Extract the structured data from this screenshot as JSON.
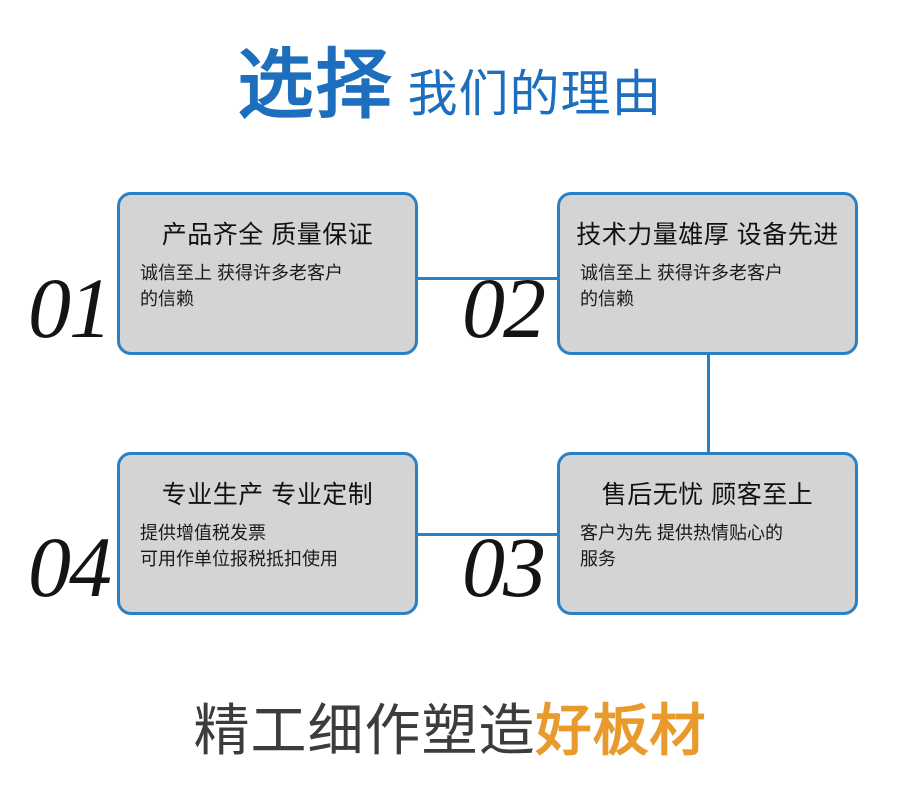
{
  "colors": {
    "brand_blue": "#1D6FBE",
    "border_blue": "#2B80C4",
    "card_gray": "#D4D4D4",
    "accent_orange": "#E89A2C",
    "text_dark": "#3C3C3C",
    "background": "#FFFFFF"
  },
  "header": {
    "main": "选择",
    "sub": "我们的理由"
  },
  "cards": [
    {
      "number": "01",
      "title": "产品齐全 质量保证",
      "body_lines": [
        "诚信至上 获得许多老客户",
        "的信赖"
      ]
    },
    {
      "number": "02",
      "title": "技术力量雄厚 设备先进",
      "body_lines": [
        "诚信至上 获得许多老客户",
        "的信赖"
      ]
    },
    {
      "number": "03",
      "title": "售后无忧 顾客至上",
      "body_lines": [
        "客户为先 提供热情贴心的",
        "服务"
      ]
    },
    {
      "number": "04",
      "title": "专业生产 专业定制",
      "body_lines": [
        "提供增值税发票",
        "可用作单位报税抵扣使用"
      ]
    }
  ],
  "tagline": {
    "plain": "精工细作塑造",
    "accent": "好板材"
  }
}
